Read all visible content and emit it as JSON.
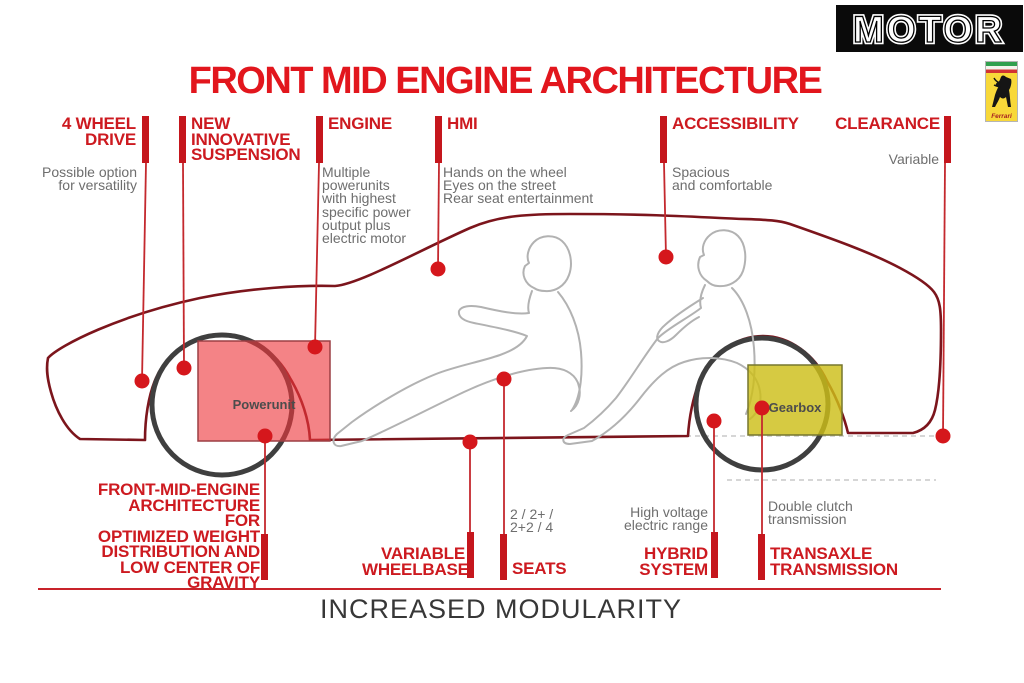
{
  "page": {
    "title": "FRONT MID ENGINE ARCHITECTURE",
    "footer": "INCREASED MODULARITY"
  },
  "logos": {
    "motor": "MOTOR",
    "ferrari": "Ferrari"
  },
  "colors": {
    "accent_red": "#cd1a20",
    "title_red": "#e2161d",
    "car_outline": "#7c151c",
    "wheel_gray": "#3f3f3f",
    "powerunit_fill": "#f2696b",
    "gearbox_fill": "#d5c82f",
    "note_gray": "#6e6e6e",
    "dot_red": "#d5171c"
  },
  "callouts_top": [
    {
      "id": "four-wheel-drive",
      "label": "4 WHEEL\nDRIVE",
      "note": "Possible option\nfor versatility"
    },
    {
      "id": "suspension",
      "label": "NEW\nINNOVATIVE\nSUSPENSION",
      "note": ""
    },
    {
      "id": "engine",
      "label": "ENGINE",
      "note": "Multiple\npowerunits\nwith highest\nspecific power\noutput plus\nelectric motor"
    },
    {
      "id": "hmi",
      "label": "HMI",
      "note": "Hands on the wheel\nEyes on the street\nRear seat entertainment"
    },
    {
      "id": "accessibility",
      "label": "ACCESSIBILITY",
      "note": "Spacious\nand comfortable"
    },
    {
      "id": "clearance",
      "label": "CLEARANCE",
      "note": "Variable"
    }
  ],
  "callouts_bottom": [
    {
      "id": "architecture",
      "label": "FRONT-MID-ENGINE\nARCHITECTURE FOR\nOPTIMIZED WEIGHT\nDISTRIBUTION AND\nLOW CENTER OF\nGRAVITY",
      "note": ""
    },
    {
      "id": "wheelbase",
      "label": "VARIABLE\nWHEELBASE",
      "note": ""
    },
    {
      "id": "seats",
      "label": "SEATS",
      "note": "2 / 2+ /\n2+2 / 4"
    },
    {
      "id": "hybrid",
      "label": "HYBRID\nSYSTEM",
      "note": "High voltage\nelectric range"
    },
    {
      "id": "transaxle",
      "label": "TRANSAXLE\nTRANSMISSION",
      "note": "Double clutch\ntransmission"
    }
  ],
  "components": {
    "powerunit": "Powerunit",
    "gearbox": "Gearbox"
  }
}
